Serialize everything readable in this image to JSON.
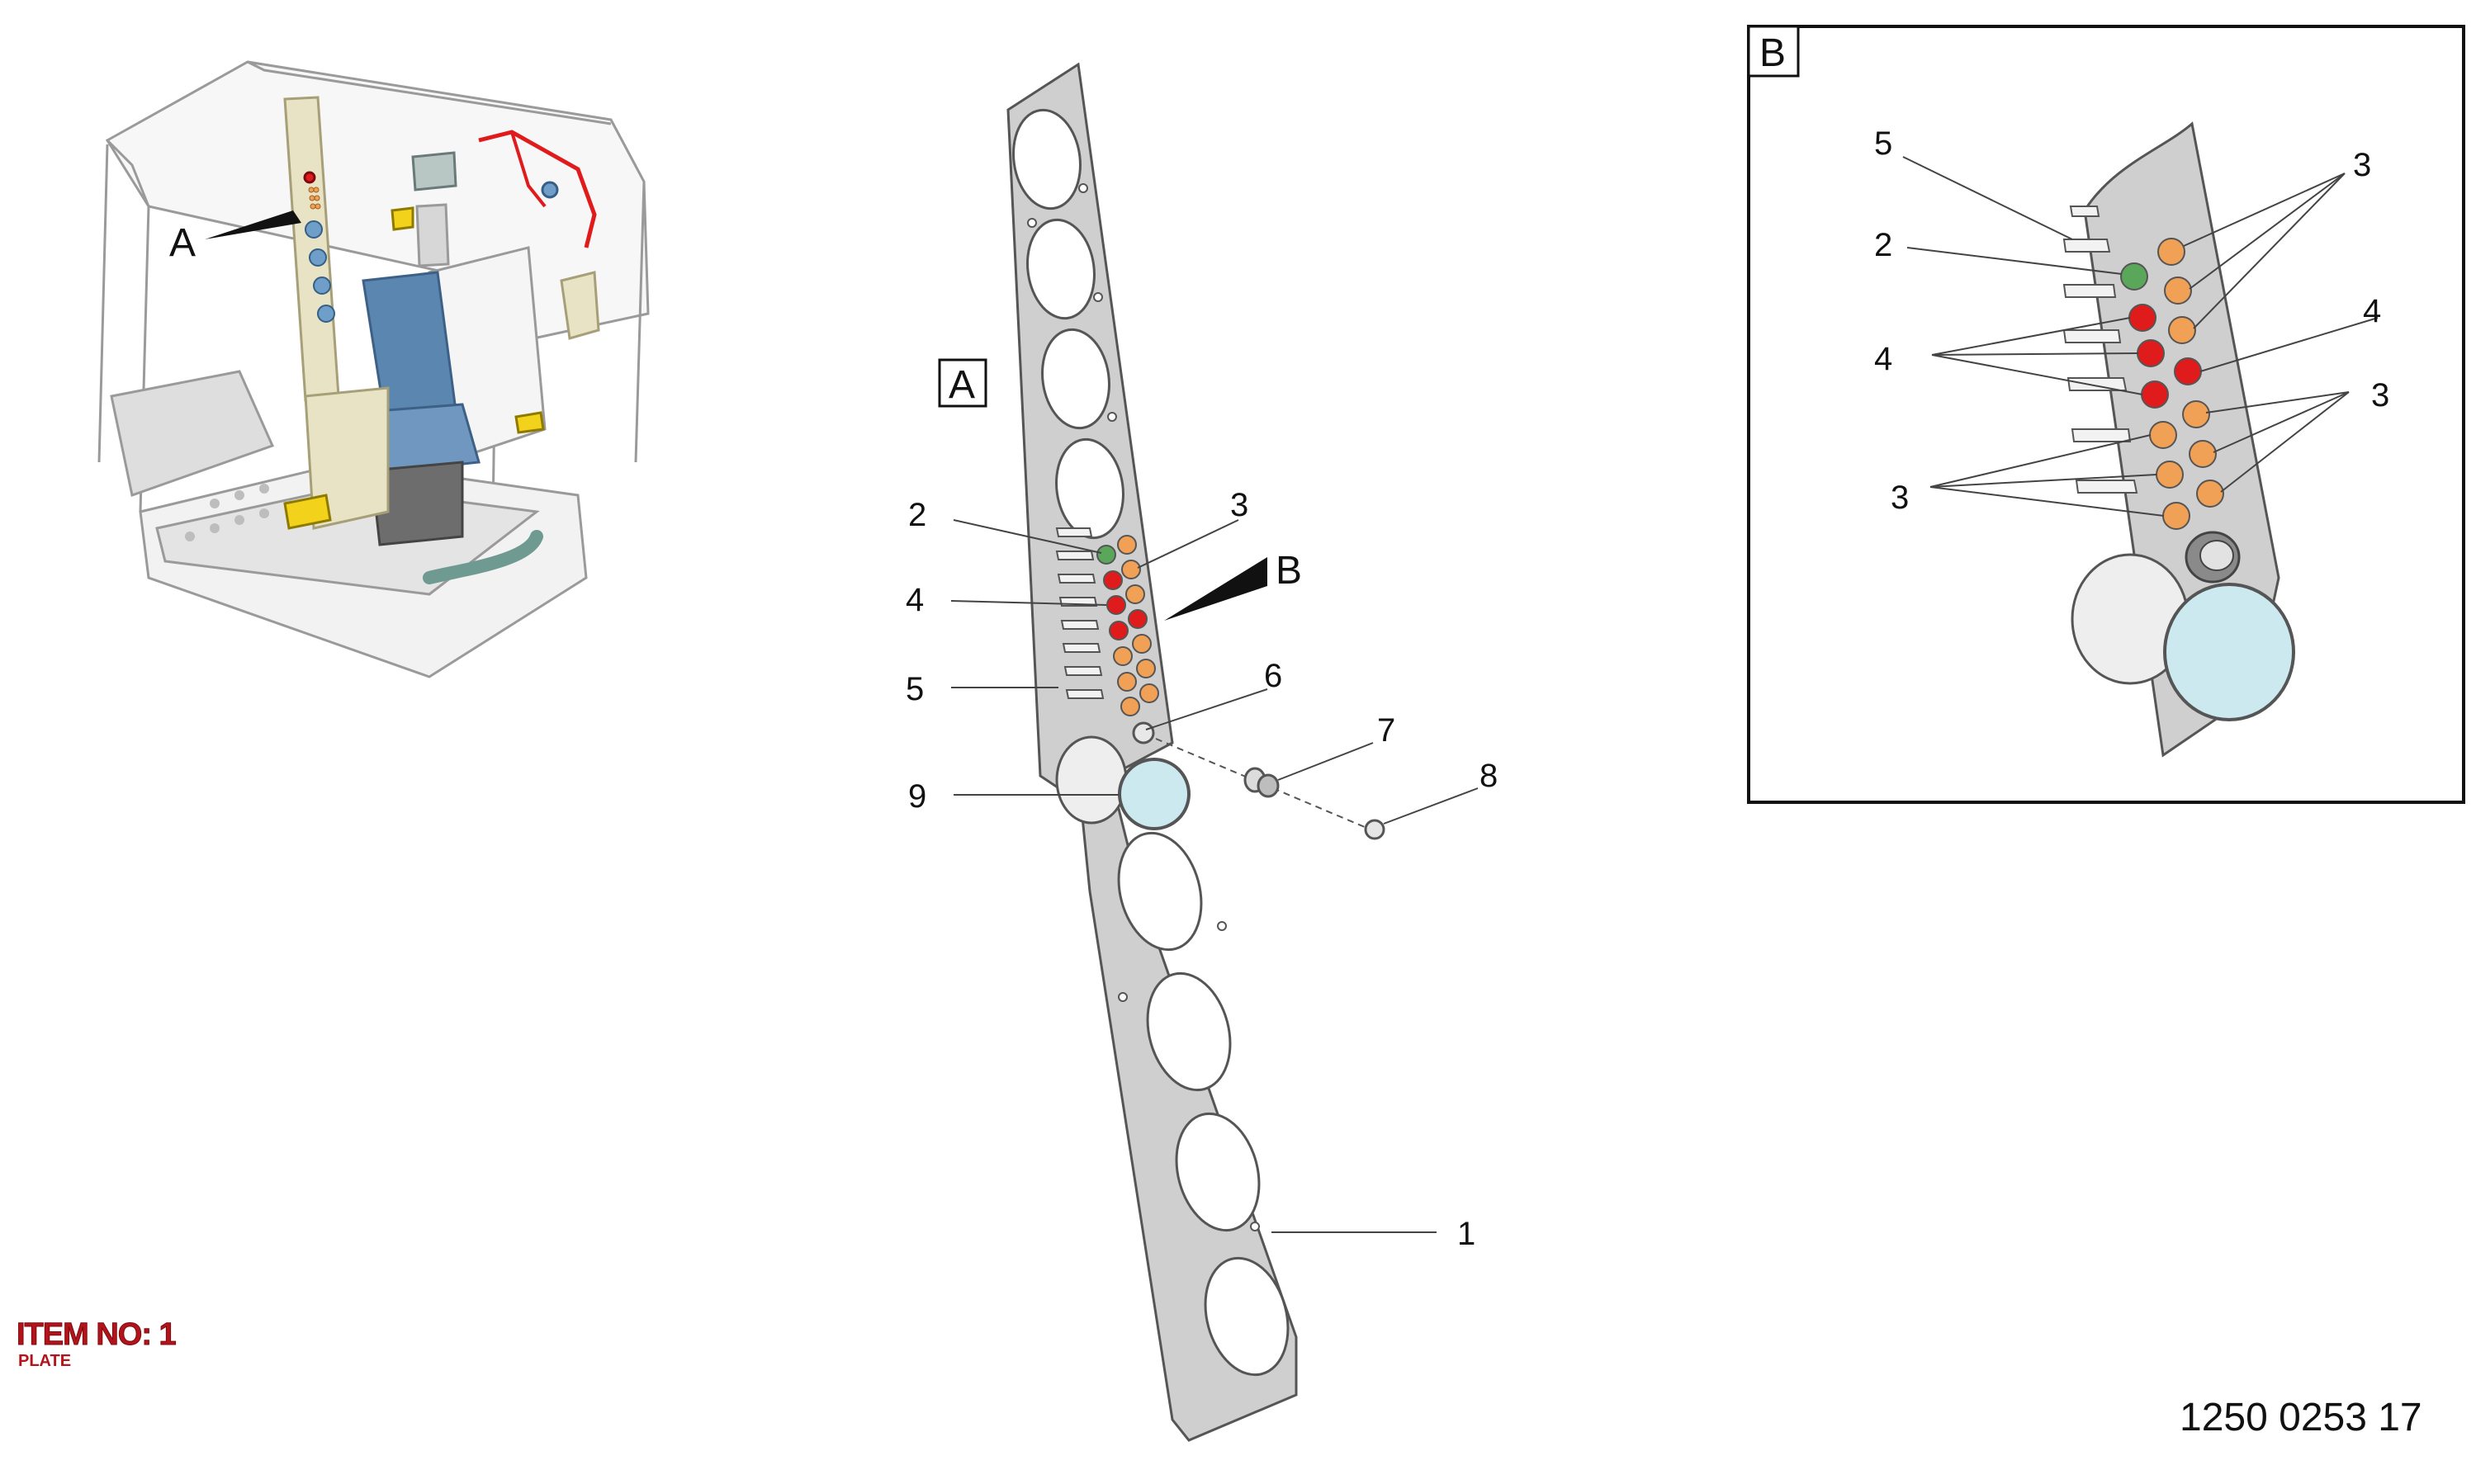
{
  "figure": {
    "view_a_marker": "A",
    "view_b_marker": "B",
    "section_a_label": "A",
    "section_b_label": "B",
    "callouts_main": [
      "1",
      "2",
      "3",
      "4",
      "5",
      "6",
      "7",
      "8",
      "9"
    ],
    "callouts_detail": {
      "c5": "5",
      "c2": "2",
      "c4_left": "4",
      "c3_bottom": "3",
      "c3_top": "3",
      "c4_right": "4",
      "c3_right": "3"
    }
  },
  "item": {
    "title": "ITEM NO: 1",
    "subtitle": "PLATE"
  },
  "document_number": "1250 0253 17",
  "colors": {
    "plate": "#cfcfcf",
    "indicator_orange": "#f0a155",
    "indicator_red": "#e01b1b",
    "indicator_green": "#5aa65a",
    "gauge_glass": "#cde9f0",
    "cab_highlight_red": "#e01b1b",
    "seat_blue": "#5b86b0",
    "pedal_yellow": "#f2d21b",
    "pillar_beige": "#e9e3c6",
    "item_text_red": "#b3141b"
  }
}
